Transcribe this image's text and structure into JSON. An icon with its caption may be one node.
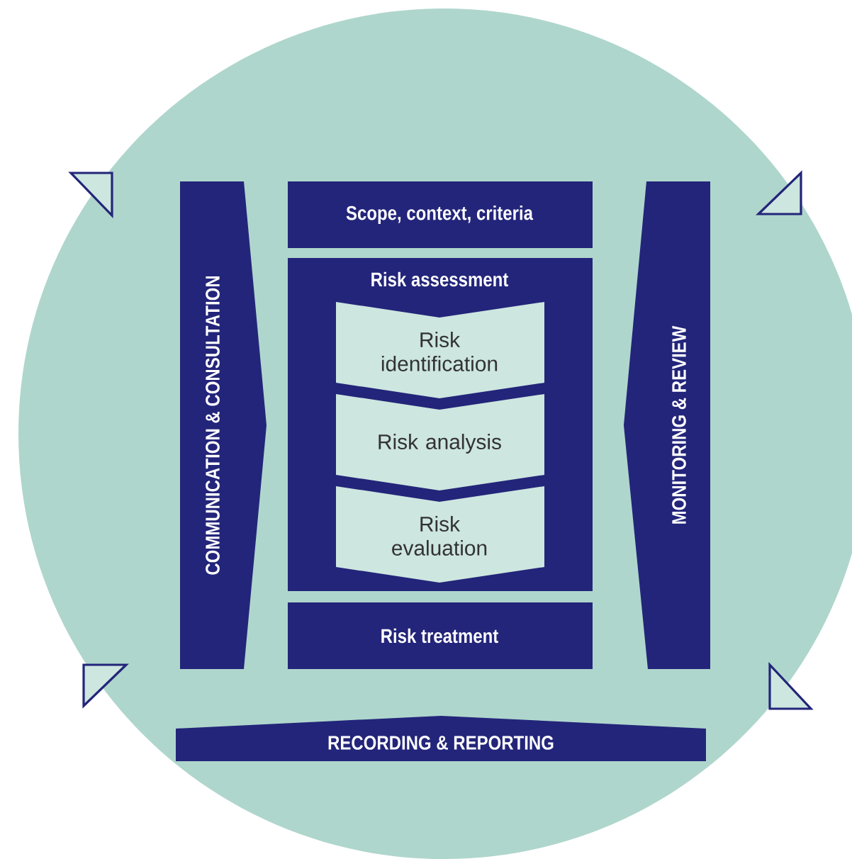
{
  "diagram": {
    "nodes": [
      {
        "text": [
          "COMMUNICATION & CONSULTATION"
        ]
      },
      {
        "text": [
          "Scope, context, criteria"
        ]
      },
      {
        "text": [
          "Risk assessment"
        ]
      },
      {
        "text": [
          "Risk identification"
        ],
        "in": 2
      },
      {
        "text": [
          "Risk analysis"
        ],
        "in": 2
      },
      {
        "text": [
          "Risk evaluation"
        ],
        "in": 2
      },
      {
        "text": [
          "Risk treatment"
        ]
      },
      {
        "text": [
          "MONITORING & REVIEW"
        ]
      },
      {
        "text": [
          "RECORDING & REPORTING"
        ]
      }
    ]
  }
}
